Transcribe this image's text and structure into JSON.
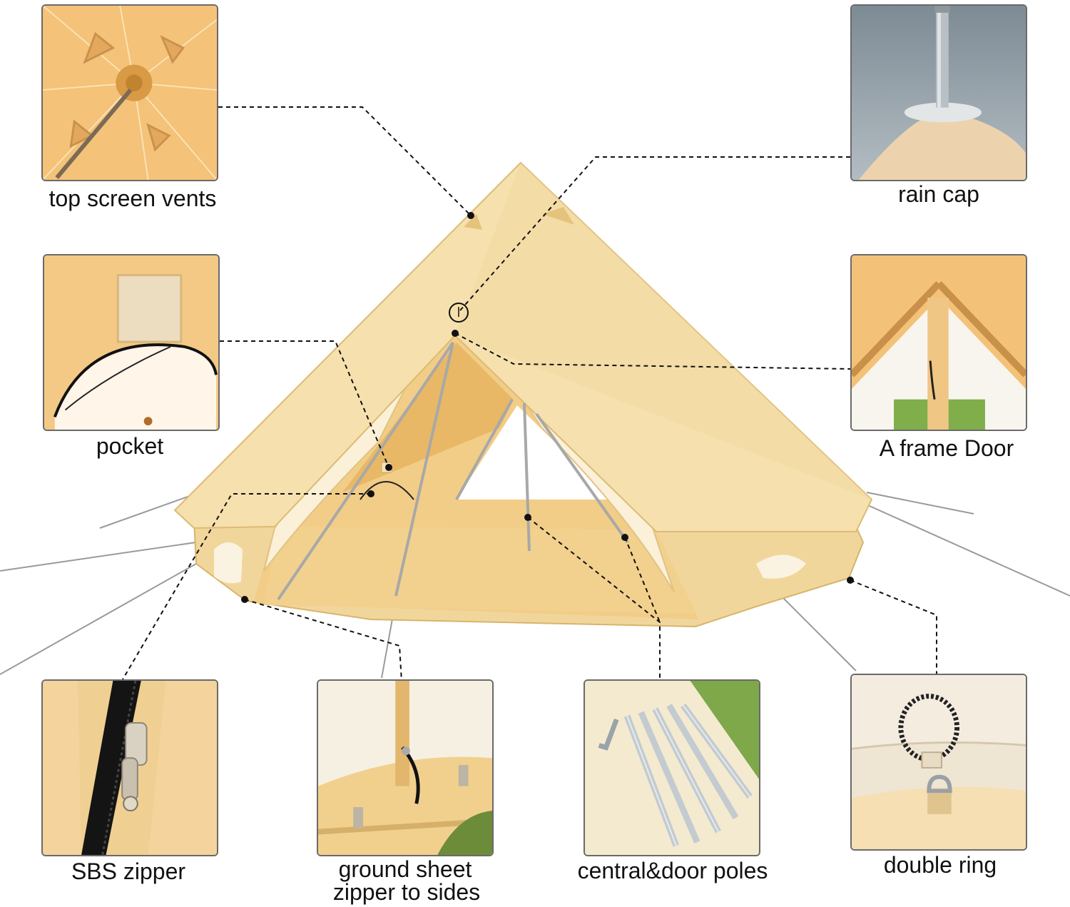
{
  "labels": {
    "top_vents": "top screen vents",
    "rain_cap": "rain cap",
    "pocket": "pocket",
    "a_frame_door": "A frame Door",
    "sbs_zipper": "SBS zipper",
    "ground_sheet_line1": "ground sheet",
    "ground_sheet_line2": "zipper to sides",
    "poles": "central&door poles",
    "double_ring": "double ring"
  },
  "colors": {
    "canvas": "#f4dca5",
    "canvas_light": "#f8e7c0",
    "canvas_shadow": "#e2c07a",
    "interior": "#f0c67a",
    "leader": "#111111",
    "panel_border": "#6a6a6a",
    "sky": "#8e9aa2",
    "grass": "#6c8a3c",
    "metal": "#b9c2c8"
  }
}
